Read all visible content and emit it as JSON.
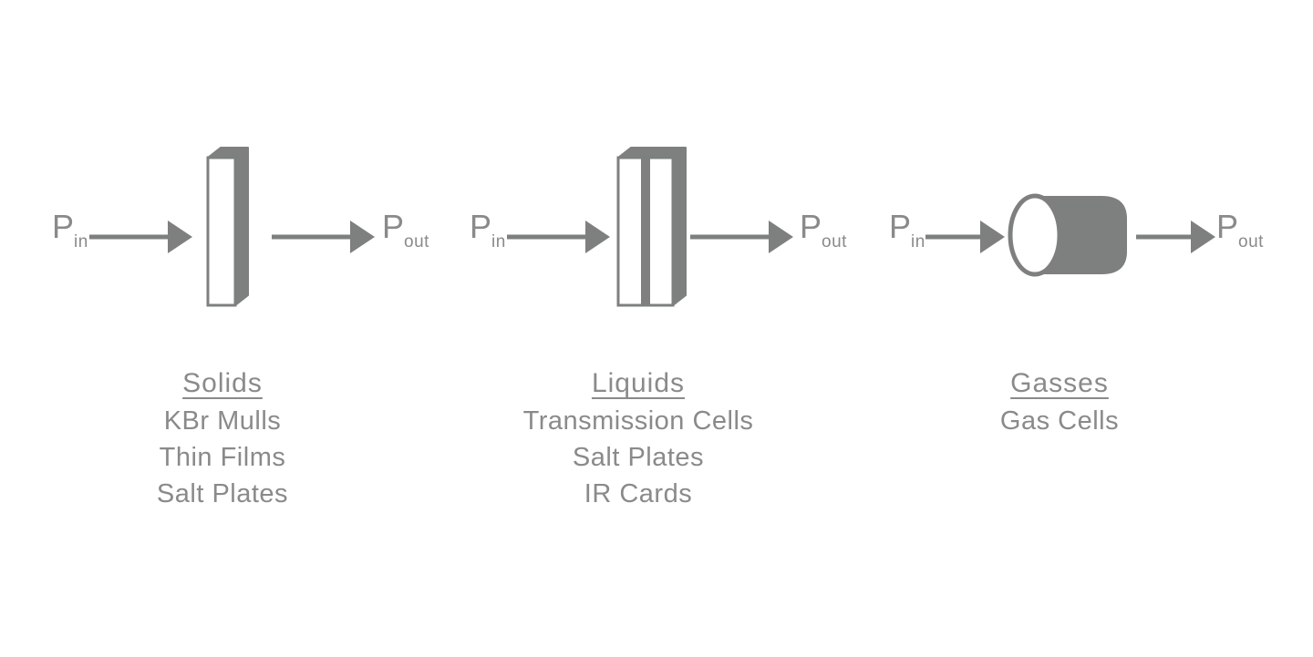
{
  "title": "IR sample handling diagram",
  "colors": {
    "shape_gray": "#7e8080",
    "text_gray": "#8a8a8a",
    "background": "#ffffff",
    "shape_face_white": "#ffffff"
  },
  "labels": {
    "p_base": "P",
    "in_sub": "in",
    "out_sub": "out"
  },
  "sections": [
    {
      "id": "solids",
      "shape": "single-plate",
      "title": "Solids",
      "items": [
        "KBr Mulls",
        "Thin Films",
        "Salt Plates"
      ]
    },
    {
      "id": "liquids",
      "shape": "double-plate-cell",
      "title": "Liquids",
      "items": [
        "Transmission Cells",
        "Salt Plates",
        "IR Cards"
      ]
    },
    {
      "id": "gasses",
      "shape": "cylinder-gas-cell",
      "title": "Gasses",
      "items": [
        "Gas Cells"
      ]
    }
  ]
}
